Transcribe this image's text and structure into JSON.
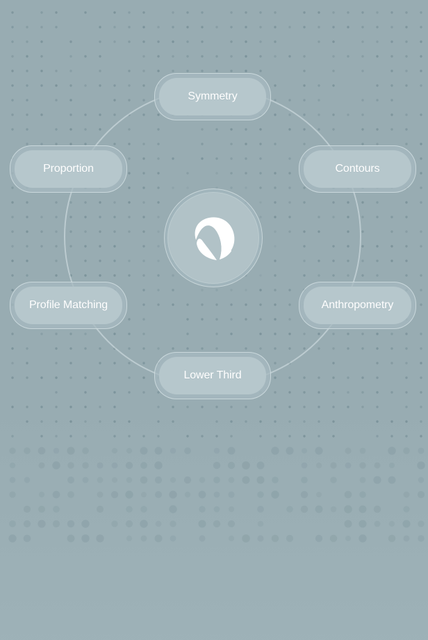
{
  "app": {
    "nodes": [
      {
        "label": "Symmetry"
      },
      {
        "label": "Proportion"
      },
      {
        "label": "Contours"
      },
      {
        "label": "Profile Matching"
      },
      {
        "label": "Anthropometry"
      },
      {
        "label": "Lower Third"
      }
    ],
    "center": {
      "icon": "logo-icon"
    },
    "colors": {
      "background": "#98acb2",
      "pill": "#b6c7cc",
      "ring": "#d2dee2",
      "text": "#ffffff",
      "logo": "#ffffff"
    }
  }
}
